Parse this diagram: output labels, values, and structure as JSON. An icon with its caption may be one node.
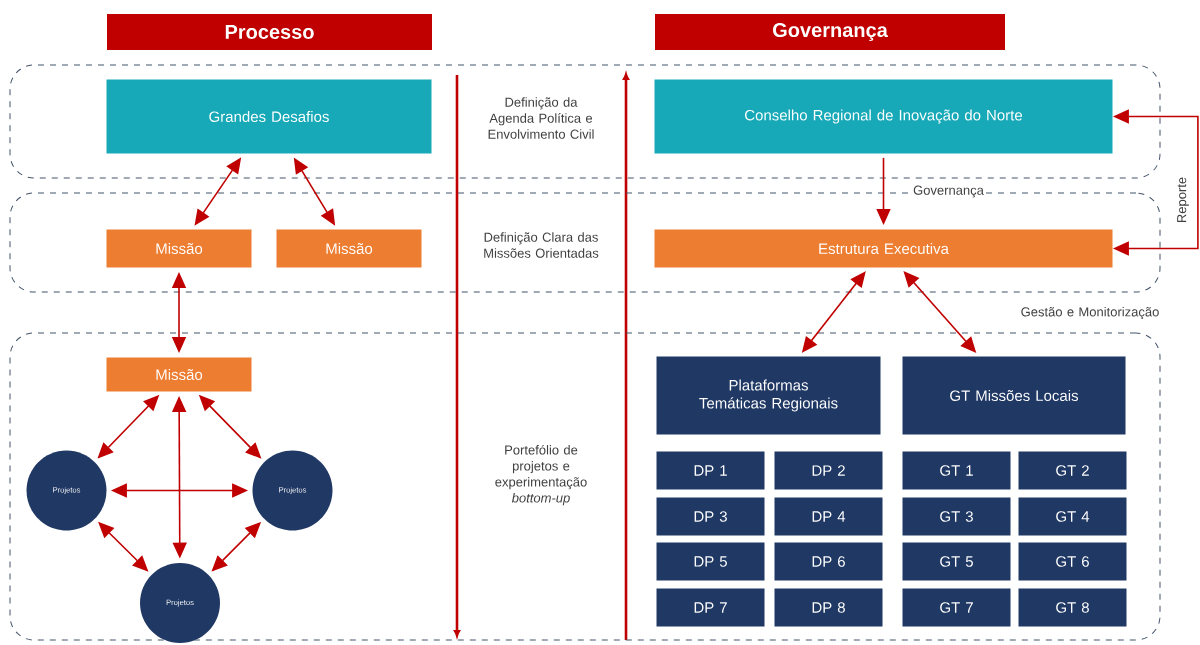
{
  "diagram": {
    "nodes": [
      {
        "text": [
          "Processo"
        ]
      },
      {
        "text": [
          "Governança"
        ]
      },
      {
        "text": [],
        "shape": "box"
      },
      {
        "text": [
          "Grandes Desafios"
        ],
        "in": 2
      },
      {
        "text": [
          "Conselho Regional de Inovação do Norte"
        ],
        "in": 2
      },
      {
        "text": [],
        "shape": "box"
      },
      {
        "text": [
          "Missão"
        ],
        "in": 5
      },
      {
        "text": [
          "Missão"
        ],
        "in": 5
      },
      {
        "text": [
          "Estrutura Executiva"
        ],
        "in": 5
      },
      {
        "text": [],
        "shape": "box"
      },
      {
        "text": [
          "Missão"
        ],
        "in": 9
      },
      {
        "text": [
          "Projetos"
        ],
        "in": 9
      },
      {
        "text": [
          "Projetos"
        ],
        "in": 9
      },
      {
        "text": [
          "Projetos"
        ],
        "in": 9
      },
      {
        "text": [
          "Plataformas Temáticas Regionais"
        ],
        "in": 9
      },
      {
        "text": [
          "GT Missões Locais"
        ],
        "in": 9
      },
      {
        "text": [
          "DP 1"
        ],
        "in": 9
      },
      {
        "text": [
          "DP 2"
        ],
        "in": 9
      },
      {
        "text": [
          "DP 3"
        ],
        "in": 9
      },
      {
        "text": [
          "DP 4"
        ],
        "in": 9
      },
      {
        "text": [
          "DP 5"
        ],
        "in": 9
      },
      {
        "text": [
          "DP 6"
        ],
        "in": 9
      },
      {
        "text": [
          "DP 7"
        ],
        "in": 9
      },
      {
        "text": [
          "DP 8"
        ],
        "in": 9
      },
      {
        "text": [
          "GT 1"
        ],
        "in": 9
      },
      {
        "text": [
          "GT 2"
        ],
        "in": 9
      },
      {
        "text": [
          "GT 3"
        ],
        "in": 9
      },
      {
        "text": [
          "GT 4"
        ],
        "in": 9
      },
      {
        "text": [
          "GT 5"
        ],
        "in": 9
      },
      {
        "text": [
          "GT 6"
        ],
        "in": 9
      },
      {
        "text": [
          "GT 7"
        ],
        "in": 9
      },
      {
        "text": [
          "GT 8"
        ],
        "in": 9
      }
    ],
    "edges": [
      {
        "from": 3,
        "to": 6,
        "arrow": "both"
      },
      {
        "from": 3,
        "to": 7,
        "arrow": "both"
      },
      {
        "from": 6,
        "to": 10,
        "arrow": "both"
      },
      {
        "from": 10,
        "to": 11,
        "arrow": "both"
      },
      {
        "from": 10,
        "to": 12,
        "arrow": "both"
      },
      {
        "from": 10,
        "to": 13,
        "arrow": "both"
      },
      {
        "from": 11,
        "to": 12,
        "arrow": "both"
      },
      {
        "from": 11,
        "to": 13,
        "arrow": "both"
      },
      {
        "from": 12,
        "to": 13,
        "arrow": "both"
      },
      {
        "from": 4,
        "to": 8,
        "arrow": "to",
        "label": "Governança"
      },
      {
        "from": 4,
        "to": 8,
        "arrow": "both",
        "label": "Reporte"
      },
      {
        "from": 8,
        "to": 14,
        "arrow": "both"
      },
      {
        "from": 8,
        "to": 15,
        "arrow": "both"
      }
    ],
    "labels": [
      "Definição da Agenda Política e Envolvimento Civil",
      "Definição Clara das Missões Orientadas",
      "Gestão e Monitorização",
      "Portefólio de projetos e experimentação *bottom-up*"
    ]
  }
}
